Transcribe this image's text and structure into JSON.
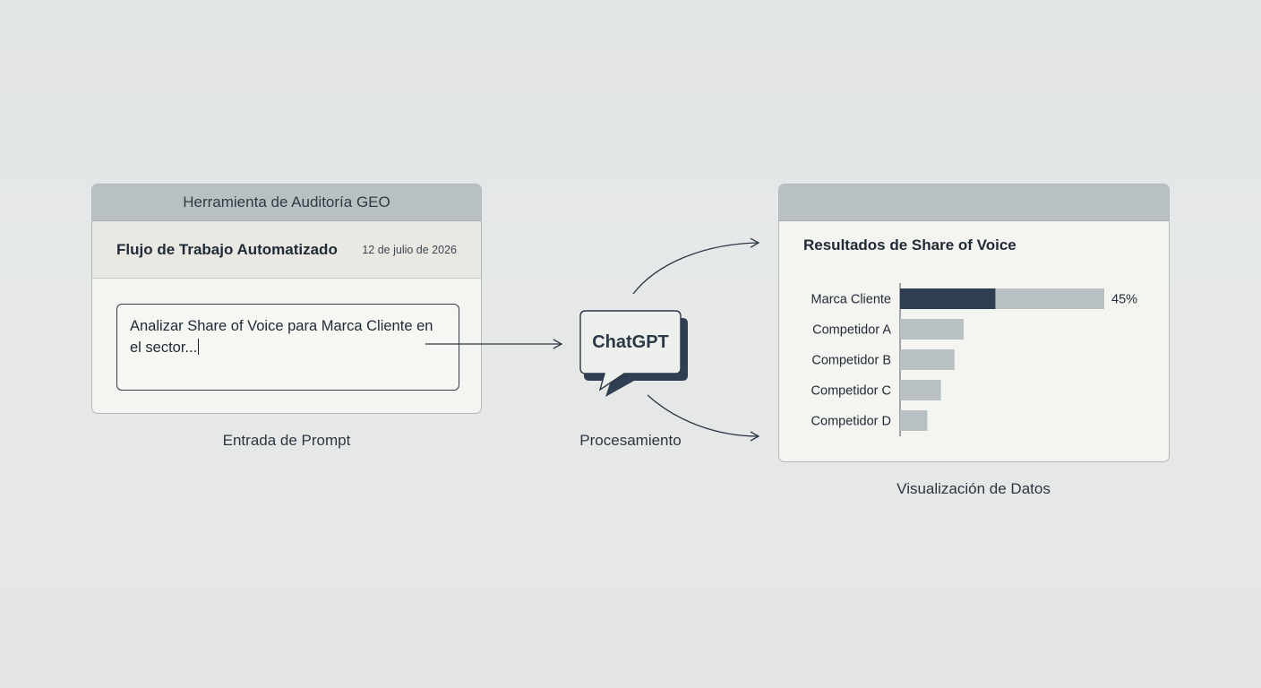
{
  "input_panel": {
    "window_title": "Herramienta de Auditoría GEO",
    "workflow_title": "Flujo de Trabajo Automatizado",
    "date": "12 de julio de 2026",
    "prompt_line1": "Analizar Share of Voice para Marca Cliente en",
    "prompt_line2": "el sector...",
    "caption": "Entrada de Prompt"
  },
  "processing": {
    "label": "ChatGPT",
    "caption": "Procesamiento"
  },
  "output_panel": {
    "caption": "Visualización de Datos"
  },
  "colors": {
    "primary_bar": "#2e3f52",
    "secondary_bar": "#b9c0c3",
    "titlebar": "#b9c0c2",
    "panel_bg": "#f4f4f0"
  },
  "icons": {
    "bubble": "speech-bubble-icon",
    "arrows": "arrow-right-icon"
  },
  "chart_data": {
    "type": "bar",
    "orientation": "horizontal",
    "title": "Resultados de Share of Voice",
    "categories": [
      "Marca Cliente",
      "Competidor A",
      "Competidor B",
      "Competidor C",
      "Competidor D"
    ],
    "values": [
      45,
      14,
      12,
      9,
      6
    ],
    "highlight_value": 21,
    "value_labels": [
      "45%",
      "",
      "",
      "",
      ""
    ],
    "xlim": [
      0,
      50
    ],
    "grid": false,
    "legend": "none"
  }
}
